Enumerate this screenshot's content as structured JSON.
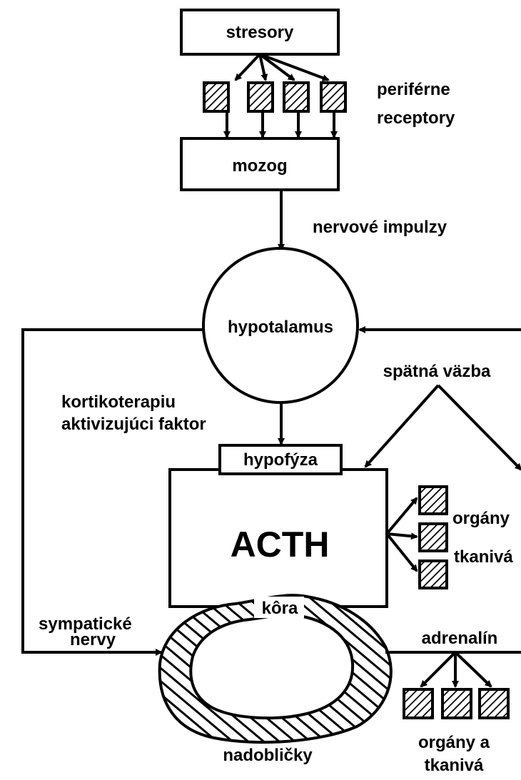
{
  "labels": {
    "stresory": "stresory",
    "periferne_line1": "periférne",
    "periferne_line2": "receptory",
    "mozog": "mozog",
    "nervove_impulzy": "nervové impulzy",
    "hypotalamus": "hypotalamus",
    "spatna_vazba": "spätná väzba",
    "kortiko_line1": "kortikoterapiu",
    "kortiko_line2": "aktivizujúci faktor",
    "hypofyza": "hypofýza",
    "acth": "ACTH",
    "organy_right": "orgány",
    "tkaniva_right": "tkanivá",
    "kora": "kôra",
    "sympaticke_line1": "sympatické",
    "sympaticke_line2": "nervy",
    "adrenalin": "adrenalín",
    "nadoblicky": "nadobličky",
    "organy_a_line1": "orgány a",
    "organy_a_line2": "tkanivá"
  },
  "colors": {
    "ink": "#000000",
    "background": "#ffffff"
  }
}
